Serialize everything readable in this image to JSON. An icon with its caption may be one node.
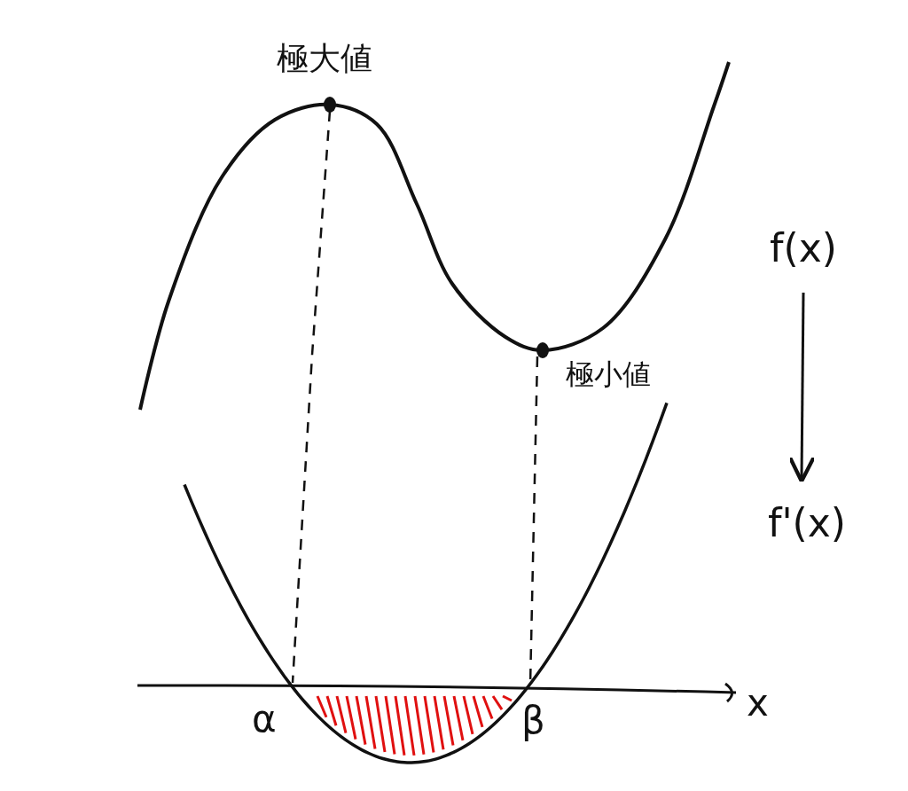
{
  "diagram": {
    "nodes": [
      {
        "text": [
          "f(x)"
        ]
      },
      {
        "text": [
          "f'(x)"
        ]
      }
    ],
    "edges": [
      {
        "from": 0,
        "to": 1,
        "arrow": "to"
      }
    ],
    "labels": [
      "極大値",
      "極小値",
      "α",
      "β",
      "x"
    ]
  }
}
